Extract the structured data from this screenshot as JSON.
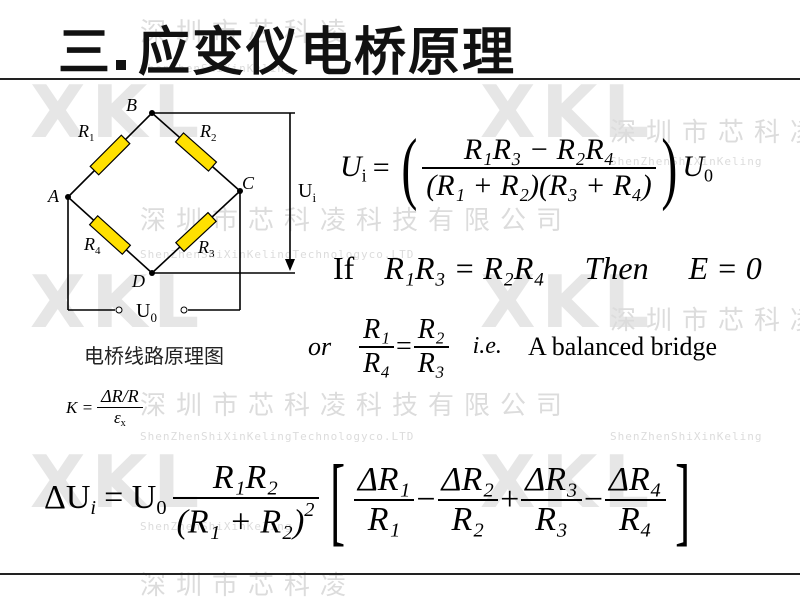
{
  "title": {
    "number": "三",
    "text": "应变仪电桥原理"
  },
  "watermark": {
    "logo": "XKL",
    "company_cn": "深圳市芯科凌科技有限公司",
    "company_cn_short": "深圳市芯科凌",
    "company_en": "ShenZhenShiXinKelingTechnologyco.LTD",
    "company_en_short": "ShenZhenShiXinKeling"
  },
  "circuit": {
    "node_a": "A",
    "node_b": "B",
    "node_c": "C",
    "node_d": "D",
    "r1": "R",
    "r1_sub": "1",
    "r2": "R",
    "r2_sub": "2",
    "r3": "R",
    "r3_sub": "3",
    "r4": "R",
    "r4_sub": "4",
    "ui": "U",
    "ui_sub": "i",
    "u0": "U",
    "u0_sub": "0",
    "caption": "电桥线路原理图",
    "resistor_color": "#ffe000"
  },
  "eq1": {
    "lhs": "U",
    "lhs_sub": "i",
    "eq": "=",
    "num": "R₁R₃ − R₂R₄",
    "den": "(R₁ + R₂)(R₃ + R₄)",
    "rhs": "U",
    "rhs_sub": "0"
  },
  "condition": {
    "if": "If",
    "lhs": "R₁R₃ = R₂R₄",
    "then": "Then",
    "rhs": "E = 0"
  },
  "balance": {
    "or": "or",
    "num1": "R₁",
    "den1": "R₄",
    "eq": "=",
    "num2": "R₂",
    "den2": "R₃",
    "ie": "i.e.",
    "text": "A balanced bridge"
  },
  "gauge": {
    "lhs": "K =",
    "num": "ΔR/R",
    "den": "ε",
    "den_sub": "x"
  },
  "eq2": {
    "lhs": "ΔU",
    "lhs_sub": "i",
    "eq": "= U",
    "eq_sub": "0",
    "num": "R₁R₂",
    "den": "(R₁ + R₂)",
    "den_sup": "2",
    "t1_num": "ΔR₁",
    "t1_den": "R₁",
    "op1": "−",
    "t2_num": "ΔR₂",
    "t2_den": "R₂",
    "op2": "+",
    "t3_num": "ΔR₃",
    "t3_den": "R₃",
    "op3": "−",
    "t4_num": "ΔR₄",
    "t4_den": "R₄"
  }
}
